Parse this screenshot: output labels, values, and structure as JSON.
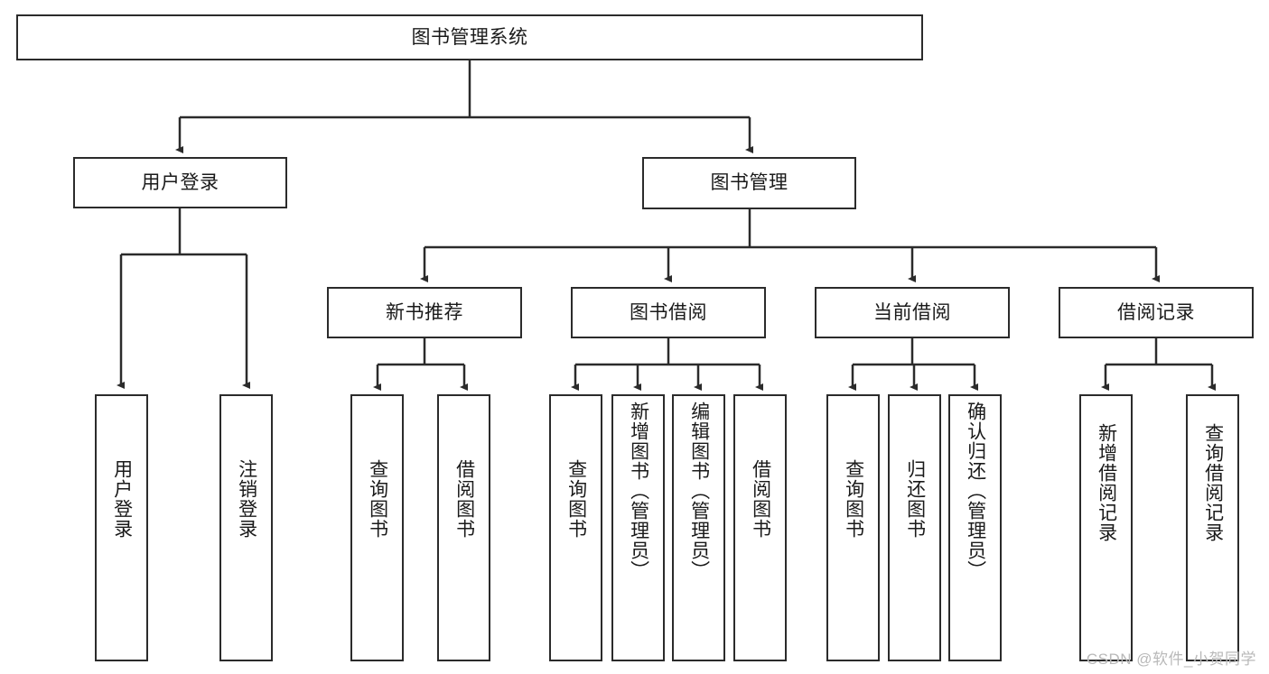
{
  "diagram": {
    "title": "图书管理系统",
    "type": "tree",
    "watermark": "CSDN @软件_小贺同学",
    "colors": {
      "border": "#2b2b2b",
      "background": "#ffffff",
      "text": "#1a1a1a",
      "watermark": "#b9b9b9"
    },
    "nodes": {
      "root": {
        "label": "图书管理系统"
      },
      "level2": [
        {
          "id": "user-login",
          "label": "用户登录"
        },
        {
          "id": "book-manage",
          "label": "图书管理"
        }
      ],
      "level3": [
        {
          "id": "new-book-rec",
          "label": "新书推荐"
        },
        {
          "id": "book-borrow",
          "label": "图书借阅"
        },
        {
          "id": "current-borrow",
          "label": "当前借阅"
        },
        {
          "id": "borrow-record",
          "label": "借阅记录"
        }
      ],
      "leaves": {
        "user_login": [
          {
            "id": "leaf-user-login",
            "label": "用户登录"
          },
          {
            "id": "leaf-logout",
            "label": "注销登录"
          }
        ],
        "new_book_rec": [
          {
            "id": "leaf-query-book-1",
            "label": "查询图书"
          },
          {
            "id": "leaf-borrow-book-1",
            "label": "借阅图书"
          }
        ],
        "book_borrow": [
          {
            "id": "leaf-query-book-2",
            "label": "查询图书"
          },
          {
            "id": "leaf-add-book",
            "label": "新增图书（管理员）"
          },
          {
            "id": "leaf-edit-book",
            "label": "编辑图书（管理员）"
          },
          {
            "id": "leaf-borrow-book-2",
            "label": "借阅图书"
          }
        ],
        "current_borrow": [
          {
            "id": "leaf-query-book-3",
            "label": "查询图书"
          },
          {
            "id": "leaf-return-book",
            "label": "归还图书"
          },
          {
            "id": "leaf-confirm-return",
            "label": "确认归还（管理员）"
          }
        ],
        "borrow_record": [
          {
            "id": "leaf-add-record",
            "label": "新增借阅记录"
          },
          {
            "id": "leaf-query-record",
            "label": "查询借阅记录"
          }
        ]
      }
    }
  }
}
